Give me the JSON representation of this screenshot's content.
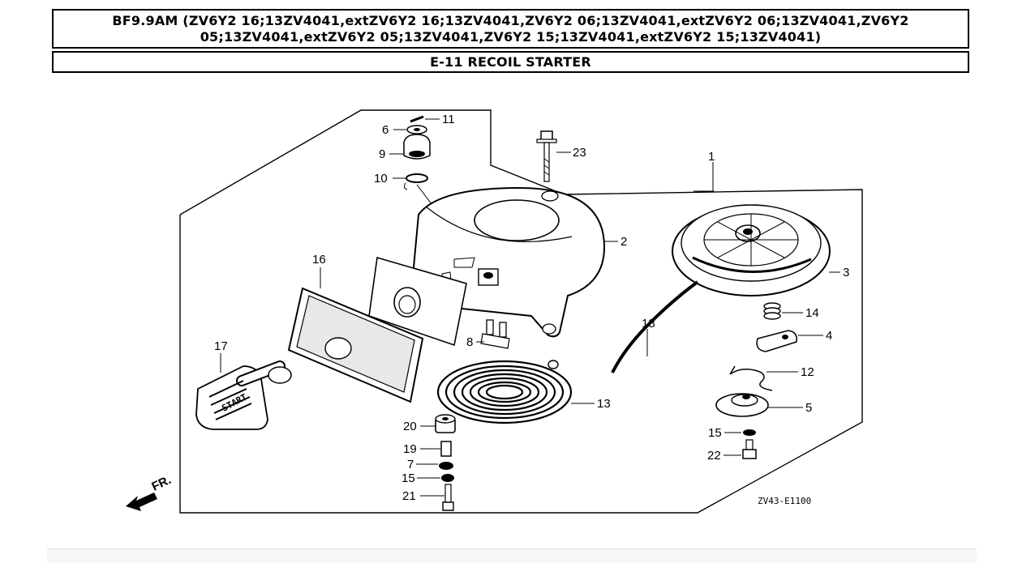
{
  "header": {
    "model_line1": "BF9.9AM (ZV6Y2 16;13ZV4041,extZV6Y2 16;13ZV4041,ZV6Y2 06;13ZV4041,extZV6Y2 06;13ZV4041,ZV6Y2",
    "model_line2": "05;13ZV4041,extZV6Y2 05;13ZV4041,ZV6Y2 15;13ZV4041,extZV6Y2 15;13ZV4041)",
    "section_title": "E-11 RECOIL STARTER"
  },
  "diagram": {
    "drawing_code": "ZV43-E1100",
    "front_marker": "FR.",
    "handle_text": "START",
    "callouts": [
      "1",
      "2",
      "3",
      "4",
      "5",
      "6",
      "7",
      "8",
      "9",
      "10",
      "11",
      "12",
      "13",
      "14",
      "15",
      "15",
      "16",
      "17",
      "18",
      "19",
      "20",
      "21",
      "22",
      "23"
    ]
  }
}
